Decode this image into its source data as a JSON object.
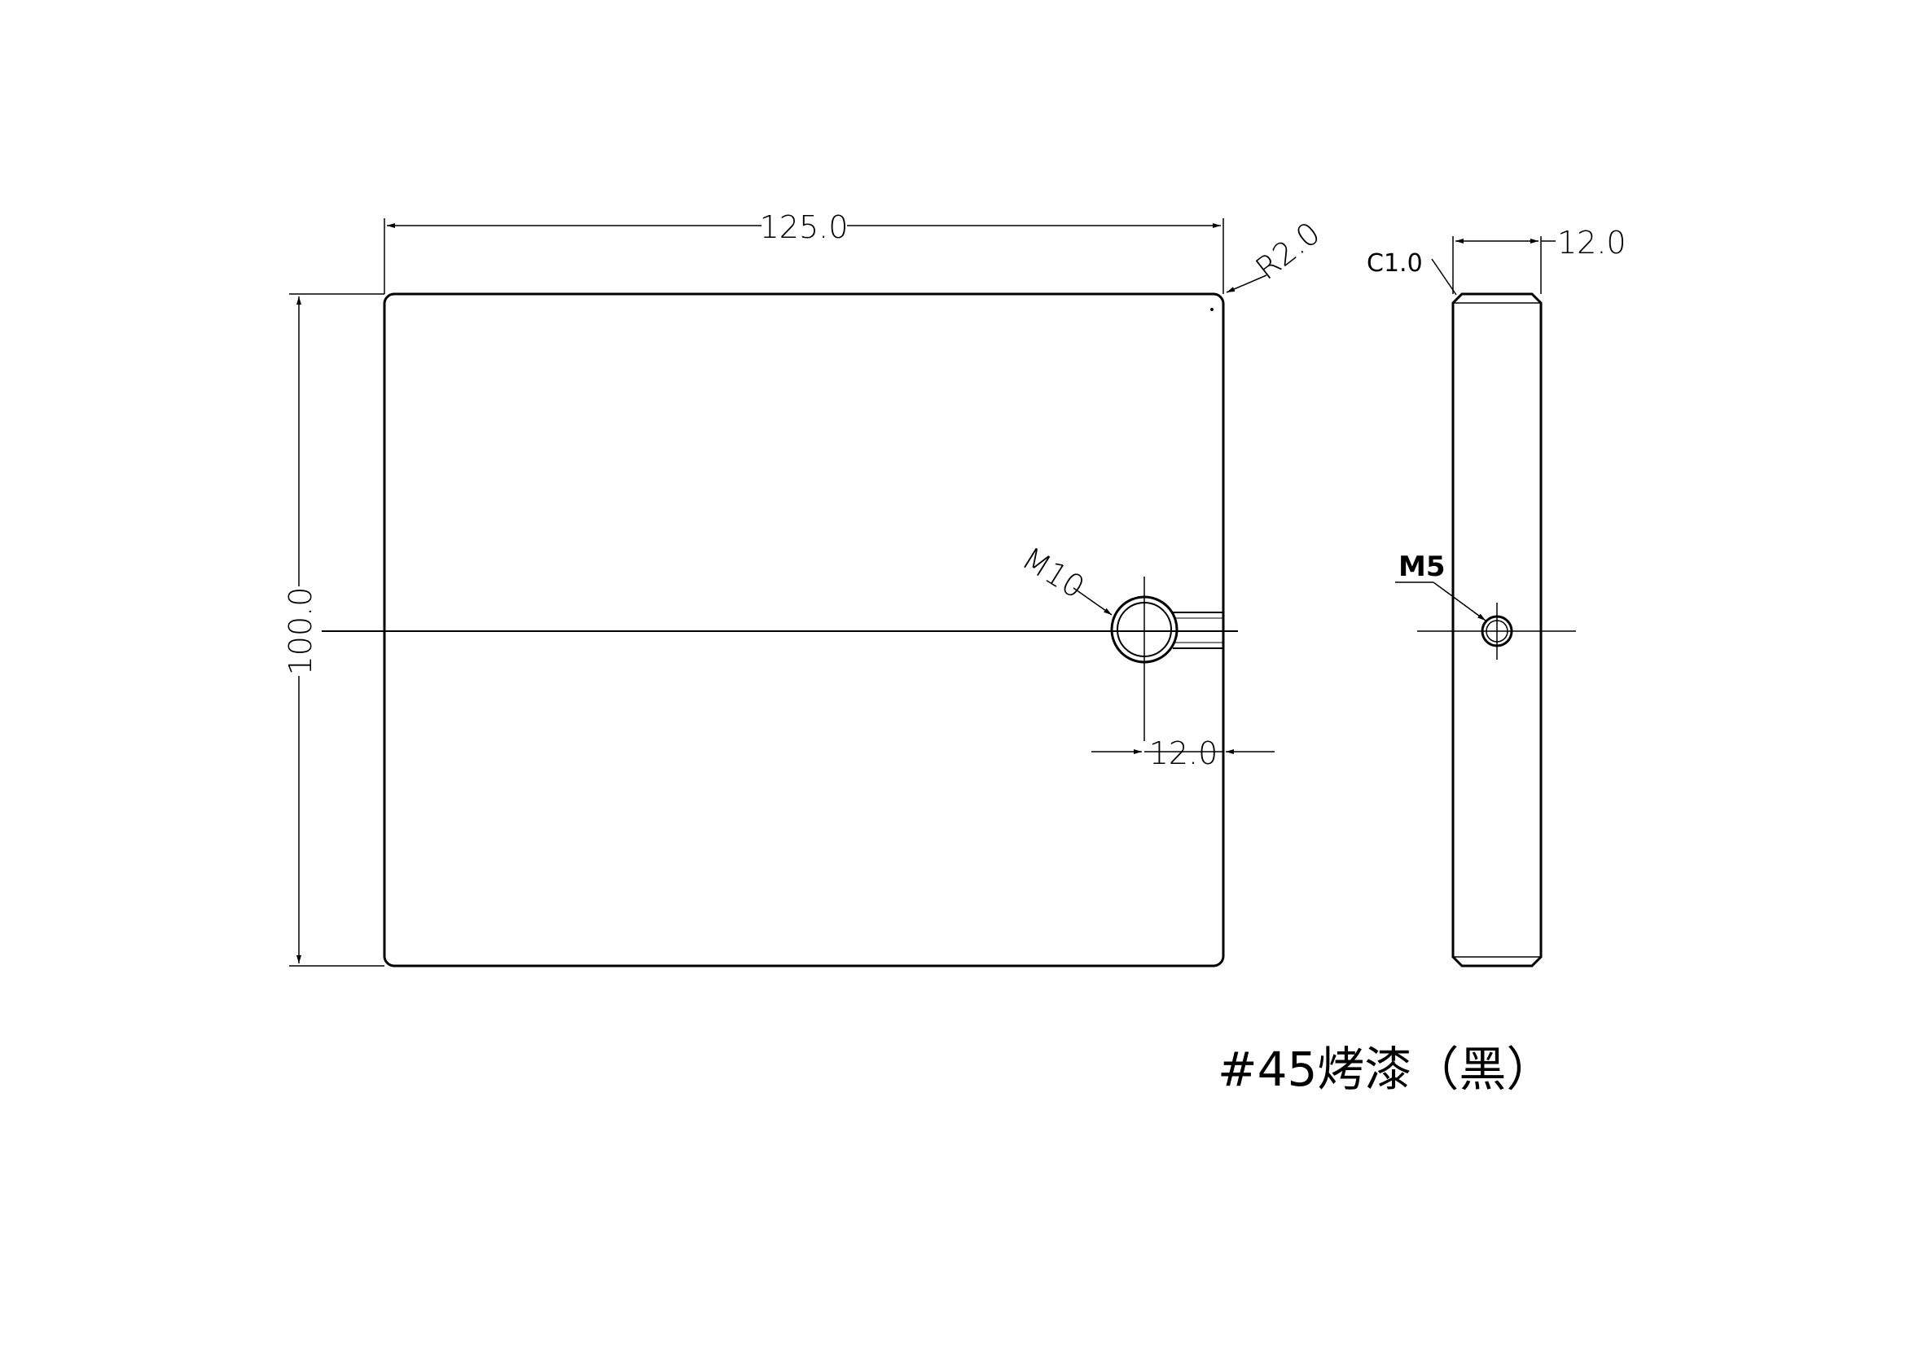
{
  "front_view": {
    "width_dim": "125.0",
    "height_dim": "100.0",
    "corner_radius": "R2.0",
    "hole_label": "M10",
    "hole_offset_dim": "12.0"
  },
  "side_view": {
    "chamfer": "C1.0",
    "thickness_dim": "12.0",
    "hole_label": "M5"
  },
  "note": "#45烤漆（黑）",
  "colors": {
    "line": "#000000",
    "background": "#ffffff"
  }
}
